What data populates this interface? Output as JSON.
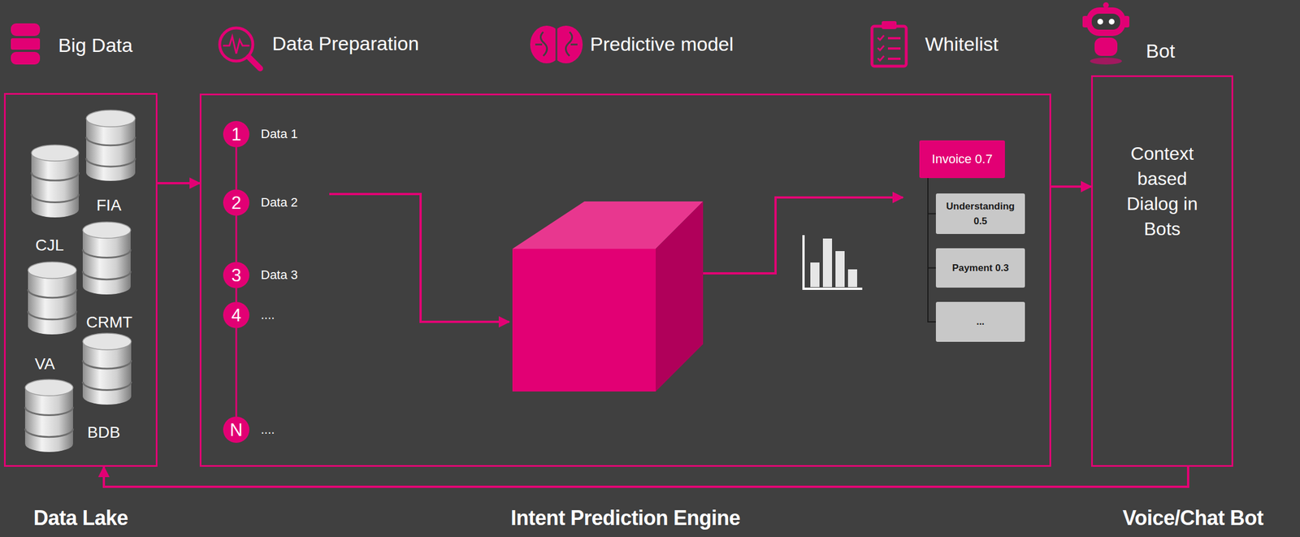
{
  "diagram": {
    "nodes": [
      {
        "text": [
          "Data Lake"
        ]
      },
      {
        "text": [
          "Intent Prediction Engine"
        ]
      },
      {
        "text": [
          "1",
          "Data 1"
        ],
        "in": 1
      },
      {
        "text": [
          "2",
          "Data 2"
        ],
        "in": 1
      },
      {
        "text": [
          "3",
          "Data 3"
        ],
        "in": 1
      },
      {
        "text": [
          "4",
          "...."
        ],
        "in": 1
      },
      {
        "text": [
          "N",
          "...."
        ],
        "in": 1
      },
      {
        "text": [
          "Invoice 0.7"
        ],
        "in": 1
      },
      {
        "text": [
          "Understanding 0.5"
        ],
        "in": 1
      },
      {
        "text": [
          "Payment 0.3"
        ],
        "in": 1
      },
      {
        "text": [
          "..."
        ],
        "in": 1
      },
      {
        "text": [
          "Voice/Chat Bot",
          "Context based Dialog in Bots"
        ]
      }
    ],
    "edges": [
      {
        "from": 0,
        "to": 1,
        "arrow": "to"
      },
      {
        "from": 1,
        "to": 11,
        "arrow": "to"
      },
      {
        "from": 11,
        "to": 0,
        "arrow": "to"
      },
      {
        "from": 2,
        "to": 3,
        "arrow": "none"
      },
      {
        "from": 3,
        "to": 4,
        "arrow": "none"
      },
      {
        "from": 4,
        "to": 5,
        "arrow": "none"
      },
      {
        "from": 5,
        "to": 6,
        "arrow": "none"
      },
      {
        "from": 7,
        "to": 8,
        "arrow": "none"
      },
      {
        "from": 7,
        "to": 9,
        "arrow": "none"
      },
      {
        "from": 7,
        "to": 10,
        "arrow": "none"
      }
    ],
    "labels": [
      "Big Data",
      "Data Preparation",
      "Predictive model",
      "Whitelist",
      "Bot",
      "FIA",
      "CJL",
      "CRMT",
      "VA",
      "BDB"
    ]
  }
}
